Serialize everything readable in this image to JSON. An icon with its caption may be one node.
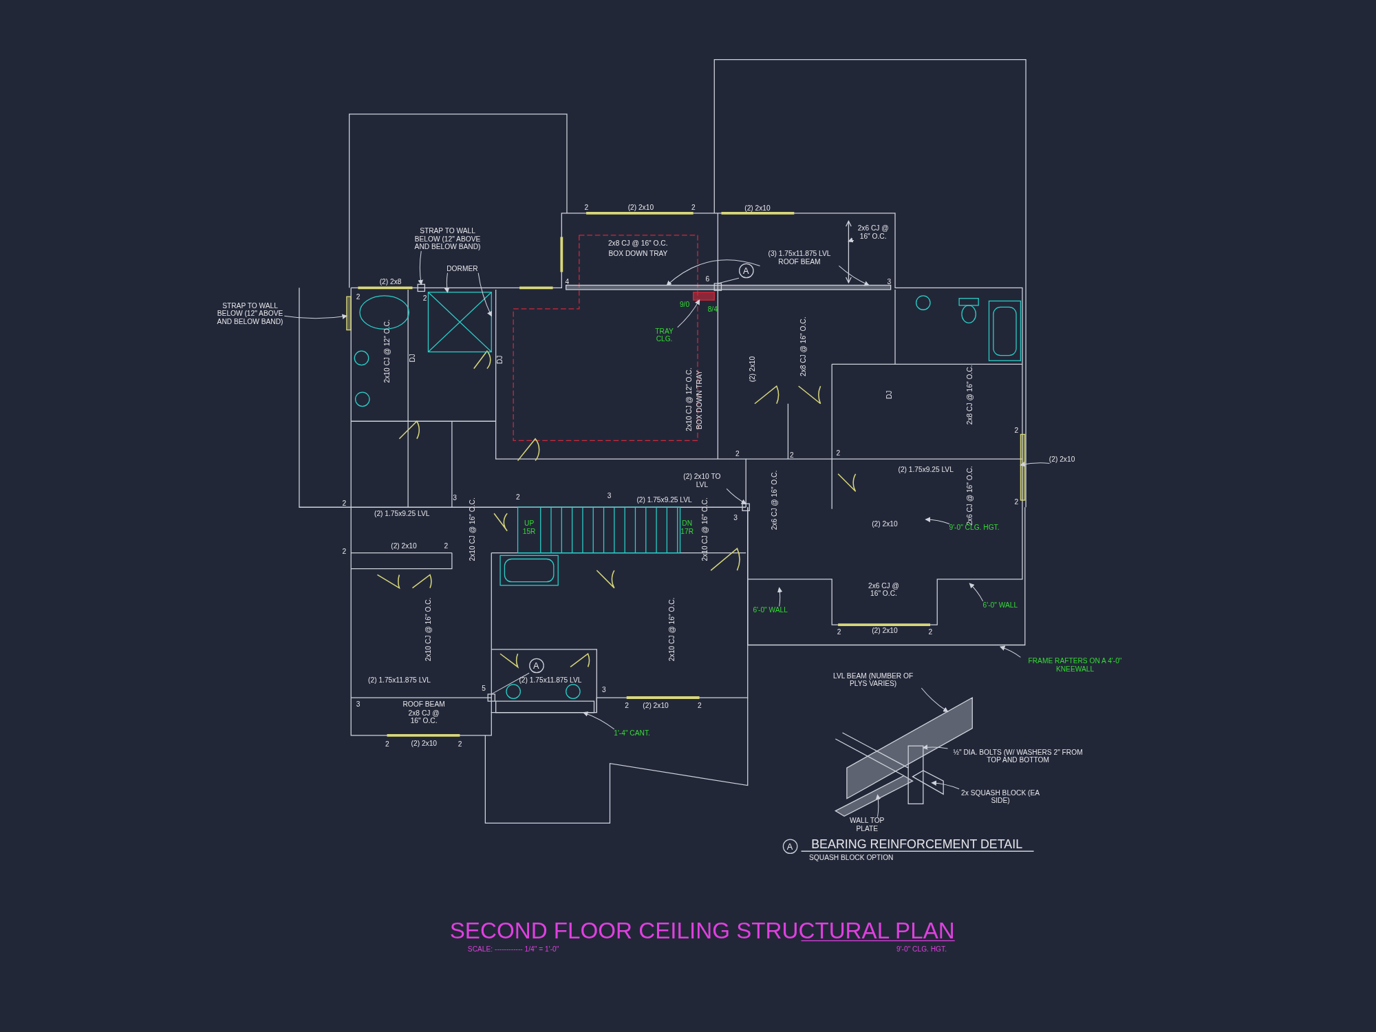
{
  "diagram": {
    "title": "SECOND FLOOR CEILING STRUCTURAL PLAN",
    "nodes": [
      {
        "text": [
          "STRAP TO WALL BELOW (12\" ABOVE AND BELOW BAND)"
        ]
      },
      {
        "text": [
          "STRAP TO WALL BELOW (12\" ABOVE AND BELOW BAND)"
        ]
      },
      {
        "text": [
          "DORMER"
        ]
      },
      {
        "text": [
          "(3) 1.75x11.875 LVL ROOF BEAM"
        ]
      },
      {
        "text": [
          "2x6 CJ @ 16\" O.C."
        ]
      },
      {
        "text": [
          "A"
        ]
      },
      {
        "text": [
          "TRAY CLG."
        ]
      },
      {
        "text": [
          "(2) 2x10 TO LVL"
        ]
      },
      {
        "text": [
          "(2) 2x10"
        ]
      },
      {
        "text": [
          "9'-0\" CLG. HGT."
        ]
      },
      {
        "text": [
          "6'-0\" WALL"
        ]
      },
      {
        "text": [
          "6'-0\" WALL"
        ]
      },
      {
        "text": [
          "FRAME RAFTERS ON A 4'-0\" KNEEWALL"
        ]
      },
      {
        "text": [
          "A"
        ]
      },
      {
        "text": [
          "1'-4\" CANT."
        ]
      },
      {
        "text": [
          "LVL BEAM (NUMBER OF PLYS VARIES)"
        ]
      },
      {
        "text": [
          "½\" DIA. BOLTS (W/ WASHERS 2\" FROM TOP AND BOTTOM"
        ]
      },
      {
        "text": [
          "2x SQUASH BLOCK (EA SIDE)"
        ]
      },
      {
        "text": [
          "WALL TOP PLATE"
        ]
      },
      {
        "text": [
          "A"
        ]
      },
      {
        "text": [],
        "shape": "box"
      },
      {
        "text": [],
        "shape": "bar"
      },
      {
        "text": [],
        "shape": "box"
      },
      {
        "text": [],
        "shape": "bar"
      },
      {
        "text": [],
        "shape": "line"
      },
      {
        "text": [],
        "shape": "box"
      },
      {
        "text": [],
        "shape": "box"
      },
      {
        "text": [],
        "shape": "box"
      },
      {
        "text": [],
        "shape": "bar"
      },
      {
        "text": [],
        "shape": "box"
      },
      {
        "text": [],
        "shape": "box"
      },
      {
        "text": [],
        "shape": "bar"
      },
      {
        "text": [],
        "shape": "box"
      },
      {
        "text": [],
        "shape": "box"
      },
      {
        "text": [],
        "shape": "bar"
      }
    ],
    "edges": [
      {
        "from": 0,
        "to": 20,
        "arrow": "to"
      },
      {
        "from": 1,
        "to": 21,
        "arrow": "to"
      },
      {
        "from": 2,
        "to": 22,
        "arrow": "to"
      },
      {
        "from": 2,
        "to": 22,
        "arrow": "to"
      },
      {
        "from": 3,
        "to": 23,
        "arrow": "to"
      },
      {
        "from": 3,
        "to": 23,
        "arrow": "to"
      },
      {
        "from": 4,
        "to": 24,
        "arrow": "to"
      },
      {
        "from": 5,
        "to": 25,
        "arrow": "none"
      },
      {
        "from": 6,
        "to": 26,
        "arrow": "to"
      },
      {
        "from": 7,
        "to": 27,
        "arrow": "to"
      },
      {
        "from": 8,
        "to": 28,
        "arrow": "to"
      },
      {
        "from": 9,
        "to": null,
        "arrow": "to"
      },
      {
        "from": 10,
        "to": null,
        "arrow": "to"
      },
      {
        "from": 11,
        "to": null,
        "arrow": "to"
      },
      {
        "from": 12,
        "to": null,
        "arrow": "to"
      },
      {
        "from": 13,
        "to": 29,
        "arrow": "none"
      },
      {
        "from": 14,
        "to": 30,
        "arrow": "to"
      },
      {
        "from": 15,
        "to": 31,
        "arrow": "to"
      },
      {
        "from": 16,
        "to": 32,
        "arrow": "to"
      },
      {
        "from": 17,
        "to": 33,
        "arrow": "to"
      },
      {
        "from": 18,
        "to": 34,
        "arrow": "to"
      }
    ],
    "labels": [
      "2",
      "(2) 2x10",
      "2",
      "(2) 2x10",
      "2x8 CJ @ 16\" O.C.",
      "BOX DOWN TRAY",
      "(2) 2x8",
      "4",
      "6",
      "3",
      "2",
      "2",
      "9/0",
      "8/4",
      "2x10 CJ @ 12\" O.C.",
      "DJ",
      "DJ",
      "2x10 CJ @ 12\" O.C.",
      "BOX DOWN TRAY",
      "(2) 2x10",
      "2x8 CJ @ 16\" O.C.",
      "DJ",
      "2x8 CJ @ 16\" O.C.",
      "2",
      "2",
      "2",
      "2",
      "(2) 1.75x9.25 LVL",
      "2",
      "(2) 1.75x9.25 LVL",
      "3",
      "2x10 CJ @ 16\" O.C.",
      "2",
      "UP 15R",
      "3",
      "(2) 1.75x9.25 LVL",
      "DN 17R",
      "2x10 CJ @ 16\" O.C.",
      "3",
      "2x6 CJ @ 16\" O.C.",
      "(2) 2x10",
      "2x6 CJ @ 16\" O.C.",
      "2",
      "2",
      "(2) 2x10",
      "2",
      "2x6 CJ @ 16\" O.C.",
      "2x10 CJ @ 16\" O.C.",
      "2x10 CJ @ 16\" O.C.",
      "2",
      "(2) 2x10",
      "2",
      "(2) 1.75x11.875 LVL",
      "5",
      "(2) 1.75x11.875 LVL",
      "3",
      "3",
      "ROOF BEAM",
      "2x8 CJ @ 16\" O.C.",
      "2",
      "(2) 2x10",
      "2",
      "2",
      "(2) 2x10",
      "2",
      "BEARING REINFORCEMENT DETAIL",
      "SQUASH BLOCK OPTION",
      "SCALE: ------------ 1/4\" = 1'-0\"",
      "9'-0\" CLG. HGT."
    ]
  }
}
